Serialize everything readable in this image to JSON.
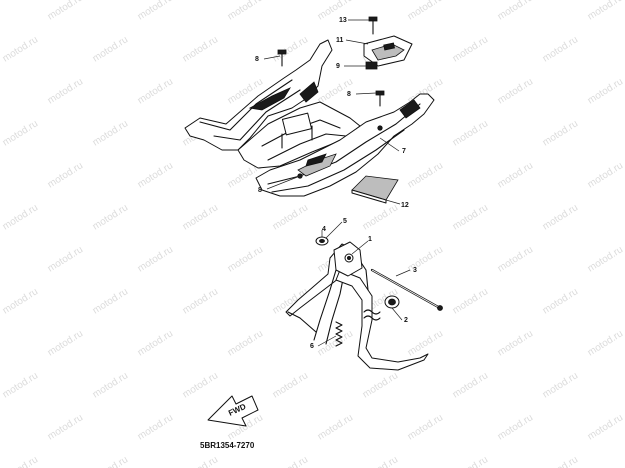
{
  "diagram": {
    "watermark_text": "motod.ru",
    "code": "5BR1354-7270",
    "fwd_label": "FWD",
    "callouts": {
      "c1": "1",
      "c2": "2",
      "c3": "3",
      "c4": "4",
      "c5": "5",
      "c6": "6",
      "c7": "7",
      "c8a": "8",
      "c8b": "8",
      "c8c": "8",
      "c9": "9",
      "c11": "11",
      "c12": "12",
      "c13": "13"
    }
  }
}
